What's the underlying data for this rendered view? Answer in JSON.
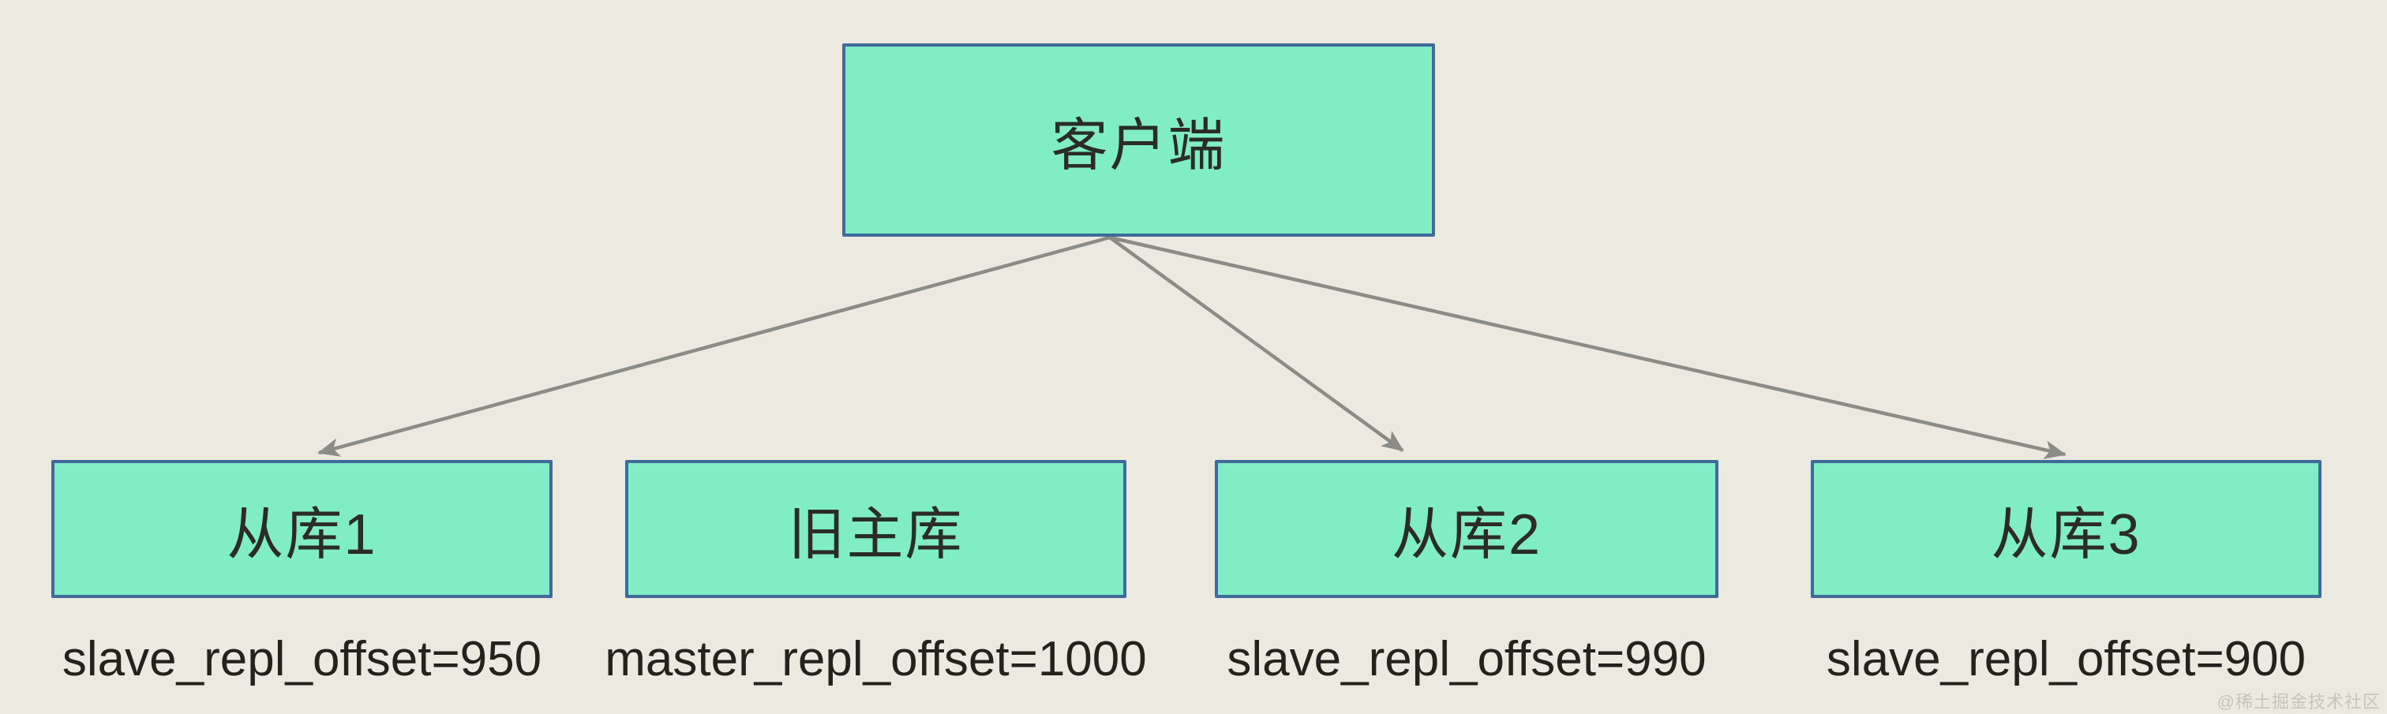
{
  "diagram": {
    "type": "topology-diagram",
    "background_color": "#EBE9E0",
    "node_fill_color": "#80EDC6",
    "node_border_color": "#3F6A9A",
    "arrow_color": "#8C8C86",
    "client_node": {
      "label": "客户端"
    },
    "bottom_nodes": [
      {
        "label": "从库1",
        "offset_label": "slave_repl_offset=950"
      },
      {
        "label": "旧主库",
        "offset_label": "master_repl_offset=1000"
      },
      {
        "label": "从库2",
        "offset_label": "slave_repl_offset=990"
      },
      {
        "label": "从库3",
        "offset_label": "slave_repl_offset=900"
      }
    ],
    "edges": [
      {
        "from": "客户端",
        "to": "从库1"
      },
      {
        "from": "客户端",
        "to": "从库2"
      },
      {
        "from": "客户端",
        "to": "从库3"
      }
    ],
    "watermark": "@稀土掘金技术社区"
  }
}
